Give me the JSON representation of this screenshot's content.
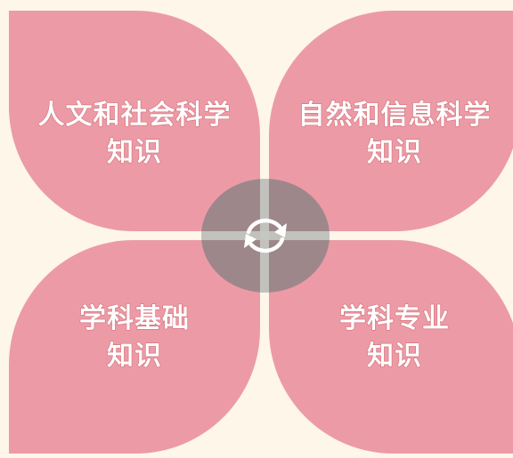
{
  "quadrants": {
    "top_left": {
      "line1": "人文和社会科学",
      "line2": "知识"
    },
    "top_right": {
      "line1": "自然和信息科学",
      "line2": "知识"
    },
    "bottom_left": {
      "line1": "学科基础",
      "line2": "知识"
    },
    "bottom_right": {
      "line1": "学科专业",
      "line2": "知识"
    }
  },
  "center": {
    "icon": "refresh-icon"
  },
  "colors": {
    "background": "#fdf6e9",
    "petal": "#ec9ba6",
    "hub": "#808080",
    "text": "#ffffff"
  }
}
